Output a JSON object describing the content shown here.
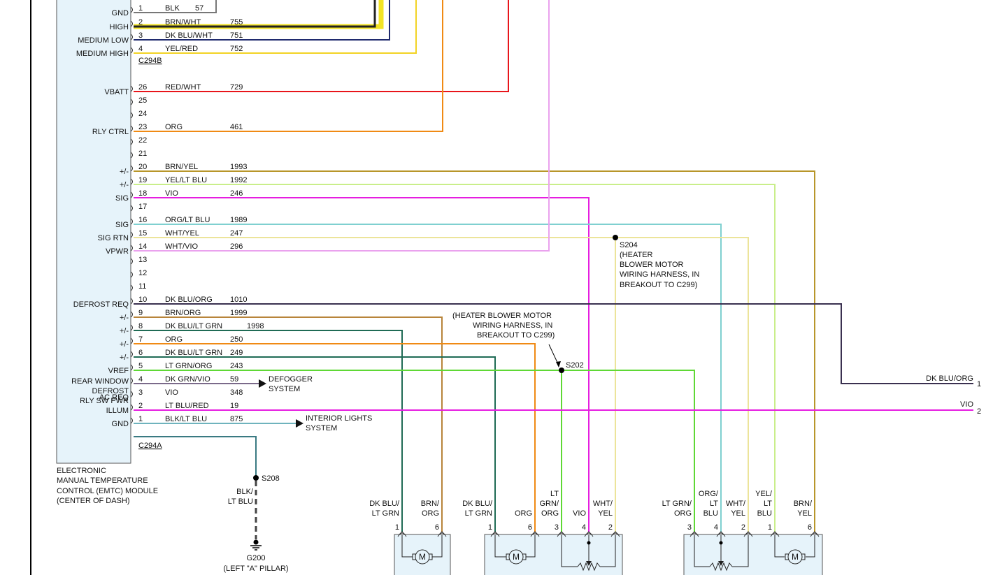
{
  "module": {
    "lines": [
      "ELECTRONIC",
      "MANUAL TEMPERATURE",
      "CONTROL (EMTC) MODULE",
      "(CENTER OF DASH)"
    ],
    "connector_b": "C294B",
    "connector_a": "C294A",
    "fill": "#e6f3fa"
  },
  "pins_b": [
    {
      "pin": "1",
      "label": "GND",
      "wire": "BLK",
      "circuit": "57",
      "color": "#777777"
    },
    {
      "pin": "2",
      "label": "HIGH",
      "wire": "BRN/WHT",
      "circuit": "755",
      "color": "#222222"
    },
    {
      "pin": "3",
      "label": "MEDIUM LOW",
      "wire": "DK BLU/WHT",
      "circuit": "751",
      "color": "#1f2a6e"
    },
    {
      "pin": "4",
      "label": "MEDIUM HIGH",
      "wire": "YEL/RED",
      "circuit": "752",
      "color": "#f2d324"
    }
  ],
  "pins_a": [
    {
      "pin": "26",
      "label": "VBATT",
      "wire": "RED/WHT",
      "circuit": "729",
      "color": "#e8151b"
    },
    {
      "pin": "25",
      "label": "",
      "wire": "",
      "circuit": ""
    },
    {
      "pin": "24",
      "label": "",
      "wire": "",
      "circuit": ""
    },
    {
      "pin": "23",
      "label": "RLY CTRL",
      "wire": "ORG",
      "circuit": "461",
      "color": "#f08a14"
    },
    {
      "pin": "22",
      "label": "",
      "wire": "",
      "circuit": ""
    },
    {
      "pin": "21",
      "label": "",
      "wire": "",
      "circuit": ""
    },
    {
      "pin": "20",
      "label": "+/-",
      "wire": "BRN/YEL",
      "circuit": "1993",
      "color": "#b8962a"
    },
    {
      "pin": "19",
      "label": "+/-",
      "wire": "YEL/LT BLU",
      "circuit": "1992",
      "color": "#c9ee8a"
    },
    {
      "pin": "18",
      "label": "SIG",
      "wire": "VIO",
      "circuit": "246",
      "color": "#e61ee0"
    },
    {
      "pin": "17",
      "label": "",
      "wire": "",
      "circuit": ""
    },
    {
      "pin": "16",
      "label": "SIG",
      "wire": "ORG/LT BLU",
      "circuit": "1989",
      "color": "#7fd0d0"
    },
    {
      "pin": "15",
      "label": "SIG RTN",
      "wire": "WHT/YEL",
      "circuit": "247",
      "color": "#ece49a"
    },
    {
      "pin": "14",
      "label": "VPWR",
      "wire": "WHT/VIO",
      "circuit": "296",
      "color": "#eaa2ee"
    },
    {
      "pin": "13",
      "label": "",
      "wire": "",
      "circuit": ""
    },
    {
      "pin": "12",
      "label": "",
      "wire": "",
      "circuit": ""
    },
    {
      "pin": "11",
      "label": "",
      "wire": "",
      "circuit": ""
    },
    {
      "pin": "10",
      "label": "DEFROST REQ",
      "wire": "DK BLU/ORG",
      "circuit": "1010",
      "color": "#3a3050"
    },
    {
      "pin": "9",
      "label": "+/-",
      "wire": "BRN/ORG",
      "circuit": "1999",
      "color": "#b8843a"
    },
    {
      "pin": "8",
      "label": "+/-",
      "wire": "DK BLU/LT GRN",
      "circuit": "1998",
      "color": "#1f6b55"
    },
    {
      "pin": "7",
      "label": "+/-",
      "wire": "ORG",
      "circuit": "250",
      "color": "#f08a14"
    },
    {
      "pin": "6",
      "label": "+/-",
      "wire": "DK BLU/LT GRN",
      "circuit": "249",
      "color": "#1f6b55"
    },
    {
      "pin": "5",
      "label": "VREF",
      "wire": "LT GRN/ORG",
      "circuit": "243",
      "color": "#5fd835"
    },
    {
      "pin": "4",
      "label": "REAR WINDOW DEFROST RLY SW PWR",
      "wire": "DK GRN/VIO",
      "circuit": "59",
      "color": "#7b6a8a"
    },
    {
      "pin": "3",
      "label": "AC REQ",
      "wire": "VIO",
      "circuit": "348",
      "color": "#e61ee0"
    },
    {
      "pin": "2",
      "label": "ILLUM",
      "wire": "LT BLU/RED",
      "circuit": "19",
      "color": "#6fb3bd"
    },
    {
      "pin": "1",
      "label": "GND",
      "wire": "BLK/LT BLU",
      "circuit": "875",
      "color": "#3a7a82"
    }
  ],
  "rear_window_label": [
    "REAR WINDOW",
    "DEFROST",
    "RLY SW PWR"
  ],
  "destinations": {
    "defogger": [
      "DEFOGGER",
      "SYSTEM"
    ],
    "interior": [
      "INTERIOR LIGHTS",
      "SYSTEM"
    ]
  },
  "splices": {
    "s204": {
      "name": "S204",
      "desc": [
        "(HEATER",
        "BLOWER MOTOR",
        "WIRING HARNESS, IN",
        "BREAKOUT TO C299)"
      ]
    },
    "s202": {
      "name": "S202",
      "desc": [
        "(HEATER BLOWER MOTOR",
        "WIRING HARNESS, IN",
        "BREAKOUT TO C299)"
      ]
    },
    "s208": {
      "name": "S208",
      "wire": [
        "BLK/",
        "LT BLU"
      ]
    }
  },
  "ground": {
    "name": "G200",
    "location": "(LEFT \"A\" PILLAR)"
  },
  "right_outputs": [
    {
      "wire": "DK BLU/ORG",
      "pin": "1"
    },
    {
      "wire": "VIO",
      "pin": "2"
    }
  ],
  "motor_symbol": "M",
  "actuators": [
    {
      "terminals": [
        {
          "pin": "1",
          "wire": [
            "DK BLU/",
            "LT GRN"
          ]
        },
        {
          "pin": "6",
          "wire": [
            "BRN/",
            "ORG"
          ]
        }
      ]
    },
    {
      "terminals": [
        {
          "pin": "1",
          "wire": [
            "DK BLU/",
            "LT GRN"
          ]
        },
        {
          "pin": "6",
          "wire": [
            "ORG"
          ]
        },
        {
          "pin": "3",
          "wire": [
            "LT",
            "GRN/",
            "ORG"
          ]
        },
        {
          "pin": "4",
          "wire": [
            "VIO"
          ]
        },
        {
          "pin": "2",
          "wire": [
            "WHT/",
            "YEL"
          ]
        }
      ]
    },
    {
      "terminals": [
        {
          "pin": "3",
          "wire": [
            "LT GRN/",
            "ORG"
          ]
        },
        {
          "pin": "4",
          "wire": [
            "ORG/",
            "LT",
            "BLU"
          ]
        },
        {
          "pin": "2",
          "wire": [
            "WHT/",
            "YEL"
          ]
        },
        {
          "pin": "1",
          "wire": [
            "YEL/",
            "LT",
            "BLU"
          ]
        },
        {
          "pin": "6",
          "wire": [
            "BRN/",
            "YEL"
          ]
        }
      ]
    }
  ]
}
